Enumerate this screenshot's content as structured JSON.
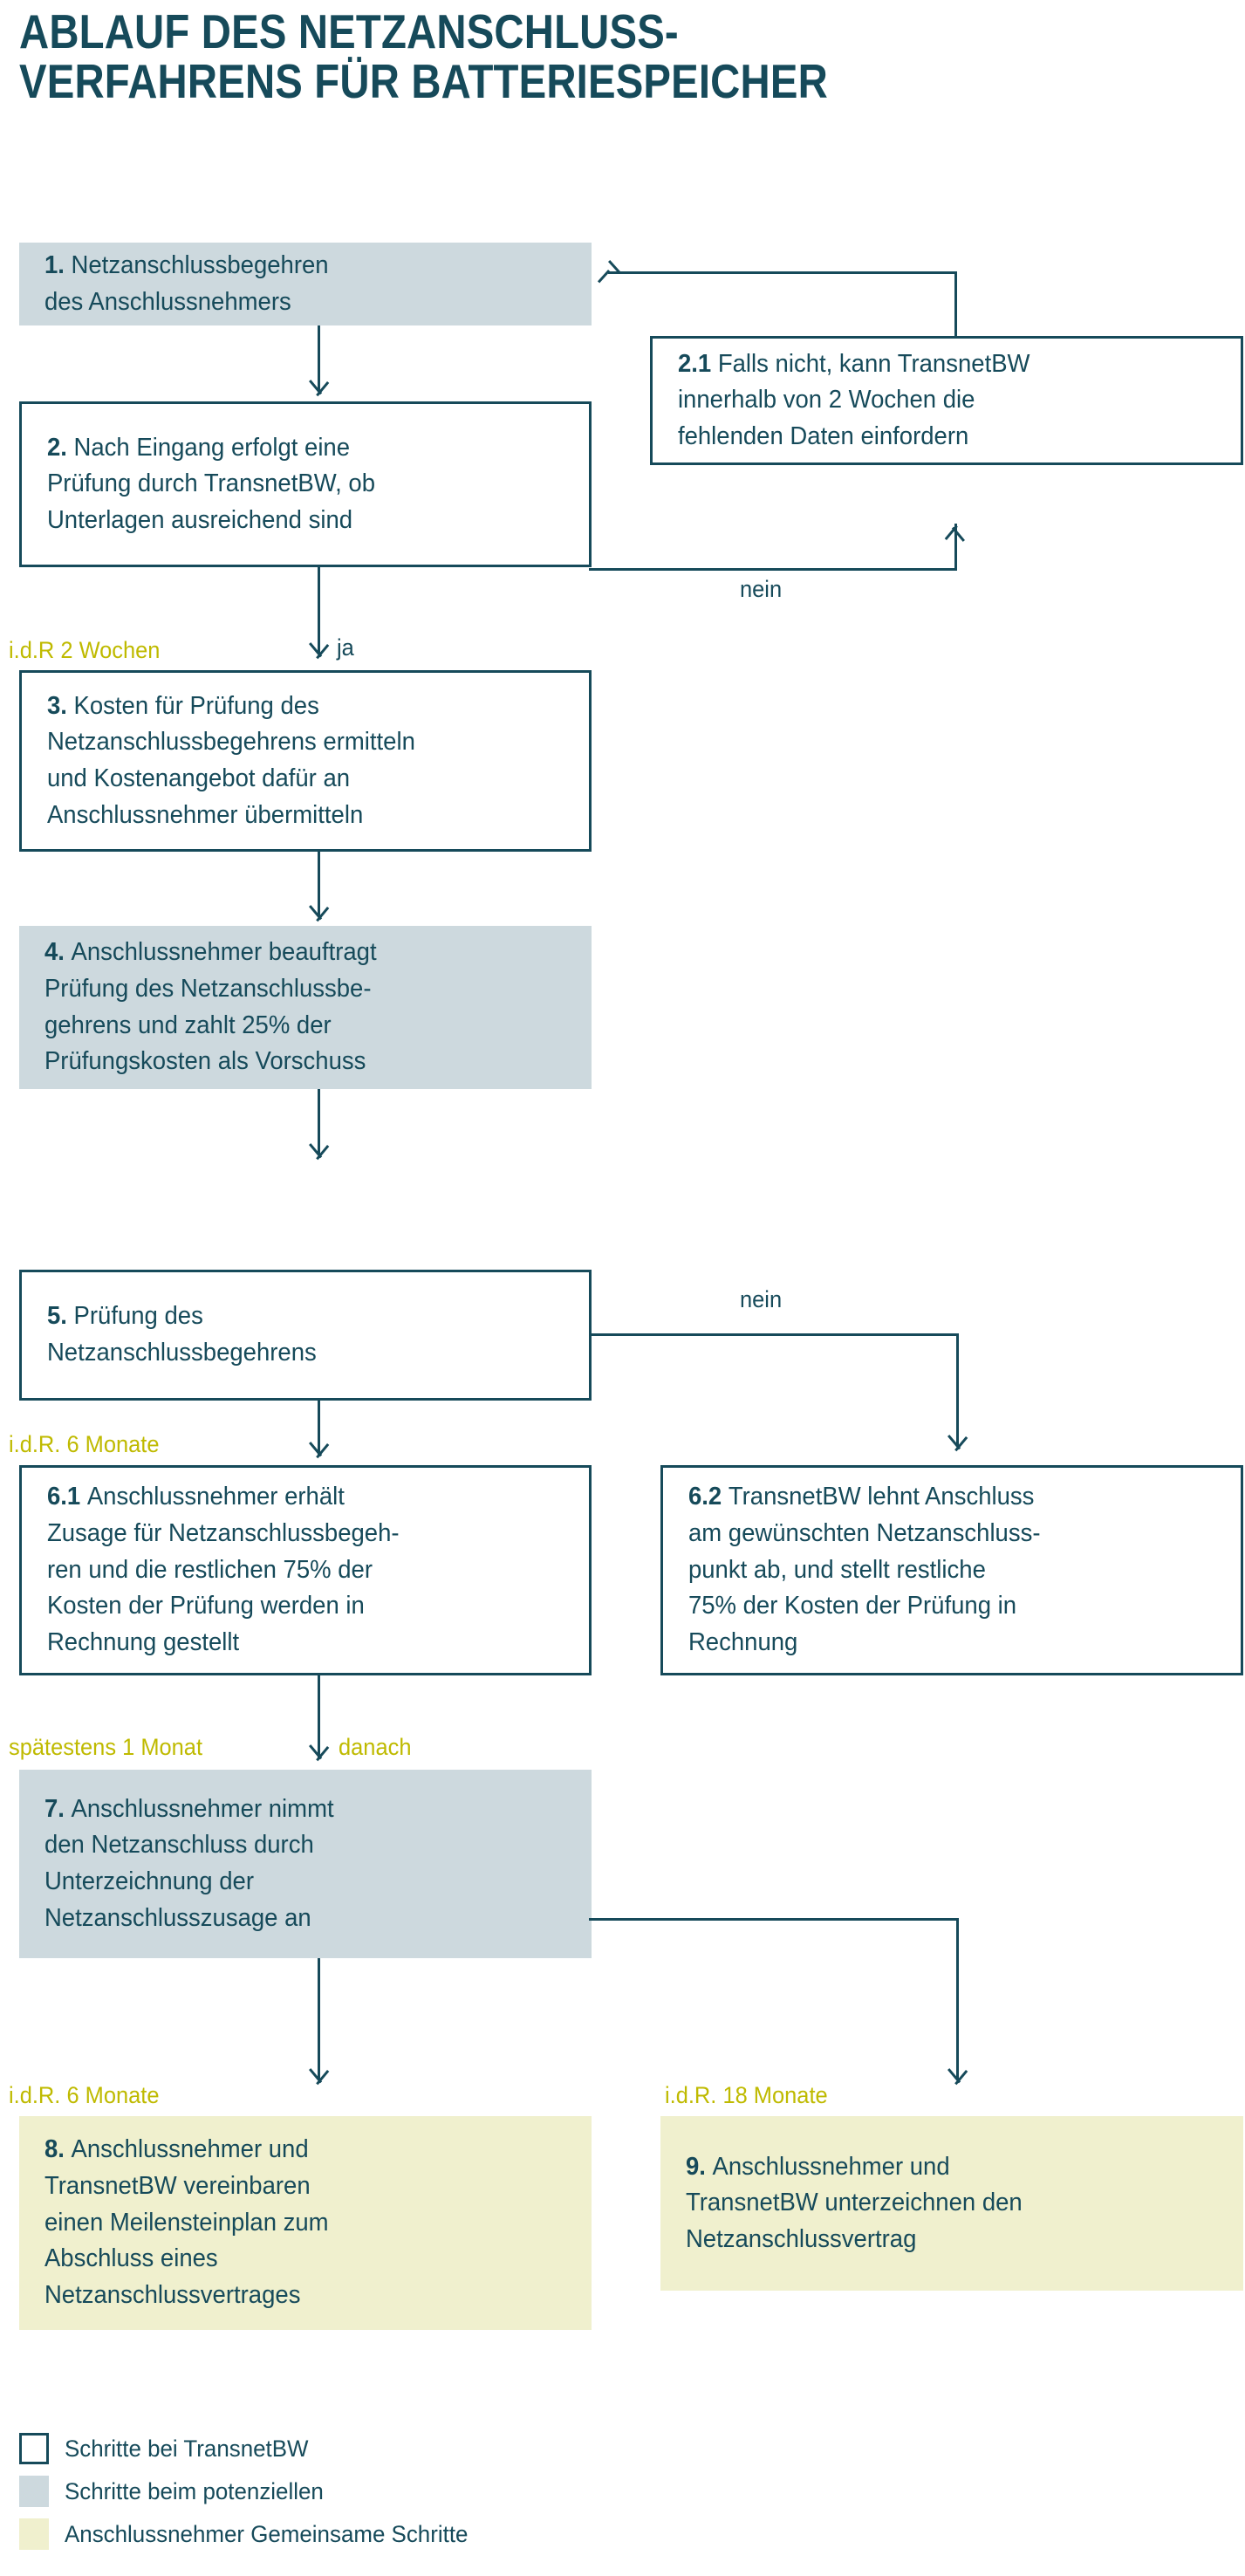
{
  "title": "ABLAUF DES NETZANSCHLUSS-\nVERFAHRENS FÜR BATTERIESPEICHER",
  "colors": {
    "teal": "#164A5A",
    "grey_fill": "#CDD9DE",
    "cream_fill": "#F0F0CE",
    "olive_text": "#BFBA00",
    "white_fill": "#FFFFFF"
  },
  "chart_data": {
    "type": "diagram",
    "title": "ABLAUF DES NETZANSCHLUSS-VERFAHRENS FÜR BATTERIESPEICHER",
    "nodes": [
      {
        "id": "1",
        "label": "1.",
        "text": "Netzanschlussbegehren\ndes Anschlussnehmers",
        "style": "grey"
      },
      {
        "id": "2",
        "label": "2.",
        "text": "Nach Eingang erfolgt eine\nPrüfung durch TransnetBW, ob\nUnterlagen ausreichend sind",
        "style": "white"
      },
      {
        "id": "2.1",
        "label": "2.1",
        "text": "Falls nicht, kann TransnetBW\ninnerhalb von 2 Wochen die\nfehlenden Daten einfordern",
        "style": "white"
      },
      {
        "id": "3",
        "label": "3.",
        "text": "Kosten für Prüfung des\nNetzanschlussbegehrens ermitteln\nund Kostenangebot dafür an\nAnschlussnehmer übermitteln",
        "style": "white"
      },
      {
        "id": "4",
        "label": "4.",
        "text": "Anschlussnehmer beauftragt\nPrüfung des Netzanschlussbe-\ngehrens und zahlt 25% der\nPrüfungskosten als Vorschuss",
        "style": "grey"
      },
      {
        "id": "5",
        "label": "5.",
        "text": "Prüfung des\nNetzanschlussbegehrens",
        "style": "white"
      },
      {
        "id": "6.1",
        "label": "6.1",
        "text": "Anschlussnehmer erhält\nZusage für Netzanschlussbegeh-\nren und die restlichen 75% der\nKosten der Prüfung werden in\nRechnung gestellt",
        "style": "white"
      },
      {
        "id": "6.2",
        "label": "6.2",
        "text": "TransnetBW lehnt Anschluss\nam gewünschten Netzanschluss-\npunkt ab, und stellt restliche\n75% der Kosten der Prüfung in\nRechnung",
        "style": "white"
      },
      {
        "id": "7",
        "label": "7.",
        "text": "Anschlussnehmer nimmt\nden Netzanschluss durch\nUnterzeichnung der\nNetzanschlusszusage an",
        "style": "grey"
      },
      {
        "id": "8",
        "label": "8.",
        "text": "Anschlussnehmer und\nTransnetBW vereinbaren\neinen Meilensteinplan zum\nAbschluss eines\nNetzanschlussvertrages",
        "style": "cream"
      },
      {
        "id": "9",
        "label": "9.",
        "text": "Anschlussnehmer und\nTransnetBW unterzeichnen den\nNetzanschlussvertrag",
        "style": "cream"
      }
    ],
    "edge_labels": [
      {
        "id": "idr2wochen",
        "text": "i.d.R 2 Wochen",
        "color": "olive"
      },
      {
        "id": "ja",
        "text": "ja",
        "color": "teal"
      },
      {
        "id": "nein1",
        "text": "nein",
        "color": "teal"
      },
      {
        "id": "idr6monate_a",
        "text": "i.d.R. 6 Monate",
        "color": "olive"
      },
      {
        "id": "nein2",
        "text": "nein",
        "color": "teal"
      },
      {
        "id": "spaetestens1monat",
        "text": "spätestens 1 Monat",
        "color": "olive"
      },
      {
        "id": "danach",
        "text": "danach",
        "color": "olive"
      },
      {
        "id": "idr6monate_b",
        "text": "i.d.R. 6 Monate",
        "color": "olive"
      },
      {
        "id": "idr18monate",
        "text": "i.d.R. 18 Monate",
        "color": "olive"
      }
    ]
  },
  "boxes": {
    "b1": {
      "num": "1. ",
      "text": "Netzanschlussbegehren\ndes Anschlussnehmers"
    },
    "b2": {
      "num": "2. ",
      "text": "Nach Eingang erfolgt eine\nPrüfung durch TransnetBW, ob\nUnterlagen ausreichend sind"
    },
    "b21": {
      "num": "2.1 ",
      "text": "Falls nicht, kann TransnetBW\ninnerhalb von 2 Wochen die\nfehlenden Daten einfordern"
    },
    "b3": {
      "num": "3. ",
      "text": "Kosten für Prüfung des\nNetzanschlussbegehrens ermitteln\nund Kostenangebot dafür an\nAnschlussnehmer übermitteln"
    },
    "b4": {
      "num": "4. ",
      "text": "Anschlussnehmer beauftragt\nPrüfung des Netzanschlussbe-\ngehrens und zahlt 25% der\nPrüfungskosten als Vorschuss"
    },
    "b5": {
      "num": "5. ",
      "text": "Prüfung des\nNetzanschlussbegehrens"
    },
    "b61": {
      "num": "6.1 ",
      "text": "Anschlussnehmer erhält\nZusage für Netzanschlussbegeh-\nren und die restlichen 75% der\nKosten der Prüfung werden in\nRechnung gestellt"
    },
    "b62": {
      "num": "6.2 ",
      "text": "TransnetBW lehnt Anschluss\nam gewünschten Netzanschluss-\npunkt ab, und stellt restliche\n75% der Kosten der Prüfung in\nRechnung"
    },
    "b7": {
      "num": "7. ",
      "text": "Anschlussnehmer nimmt\nden Netzanschluss durch\nUnterzeichnung der\nNetzanschlusszusage an"
    },
    "b8": {
      "num": "8. ",
      "text": "Anschlussnehmer und\nTransnetBW vereinbaren\neinen Meilensteinplan zum\nAbschluss eines\nNetzanschlussvertrages"
    },
    "b9": {
      "num": "9. ",
      "text": "Anschlussnehmer und\nTransnetBW unterzeichnen den\nNetzanschlussvertrag"
    }
  },
  "labels": {
    "idr_2_wochen": "i.d.R 2 Wochen",
    "ja": "ja",
    "nein_1": "nein",
    "idr_6_monate_a": "i.d.R. 6 Monate",
    "nein_2": "nein",
    "spaetestens_1_monat": "spätestens 1 Monat",
    "danach": "danach",
    "idr_6_monate_b": "i.d.R. 6 Monate",
    "idr_18_monate": "i.d.R. 18 Monate"
  },
  "legend": {
    "items": [
      {
        "swatch": "outline",
        "text": "Schritte bei TransnetBW"
      },
      {
        "swatch": "grey",
        "text": "Schritte beim potenziellen"
      },
      {
        "swatch": "cream",
        "text": "Anschlussnehmer Gemeinsame Schritte"
      }
    ]
  }
}
